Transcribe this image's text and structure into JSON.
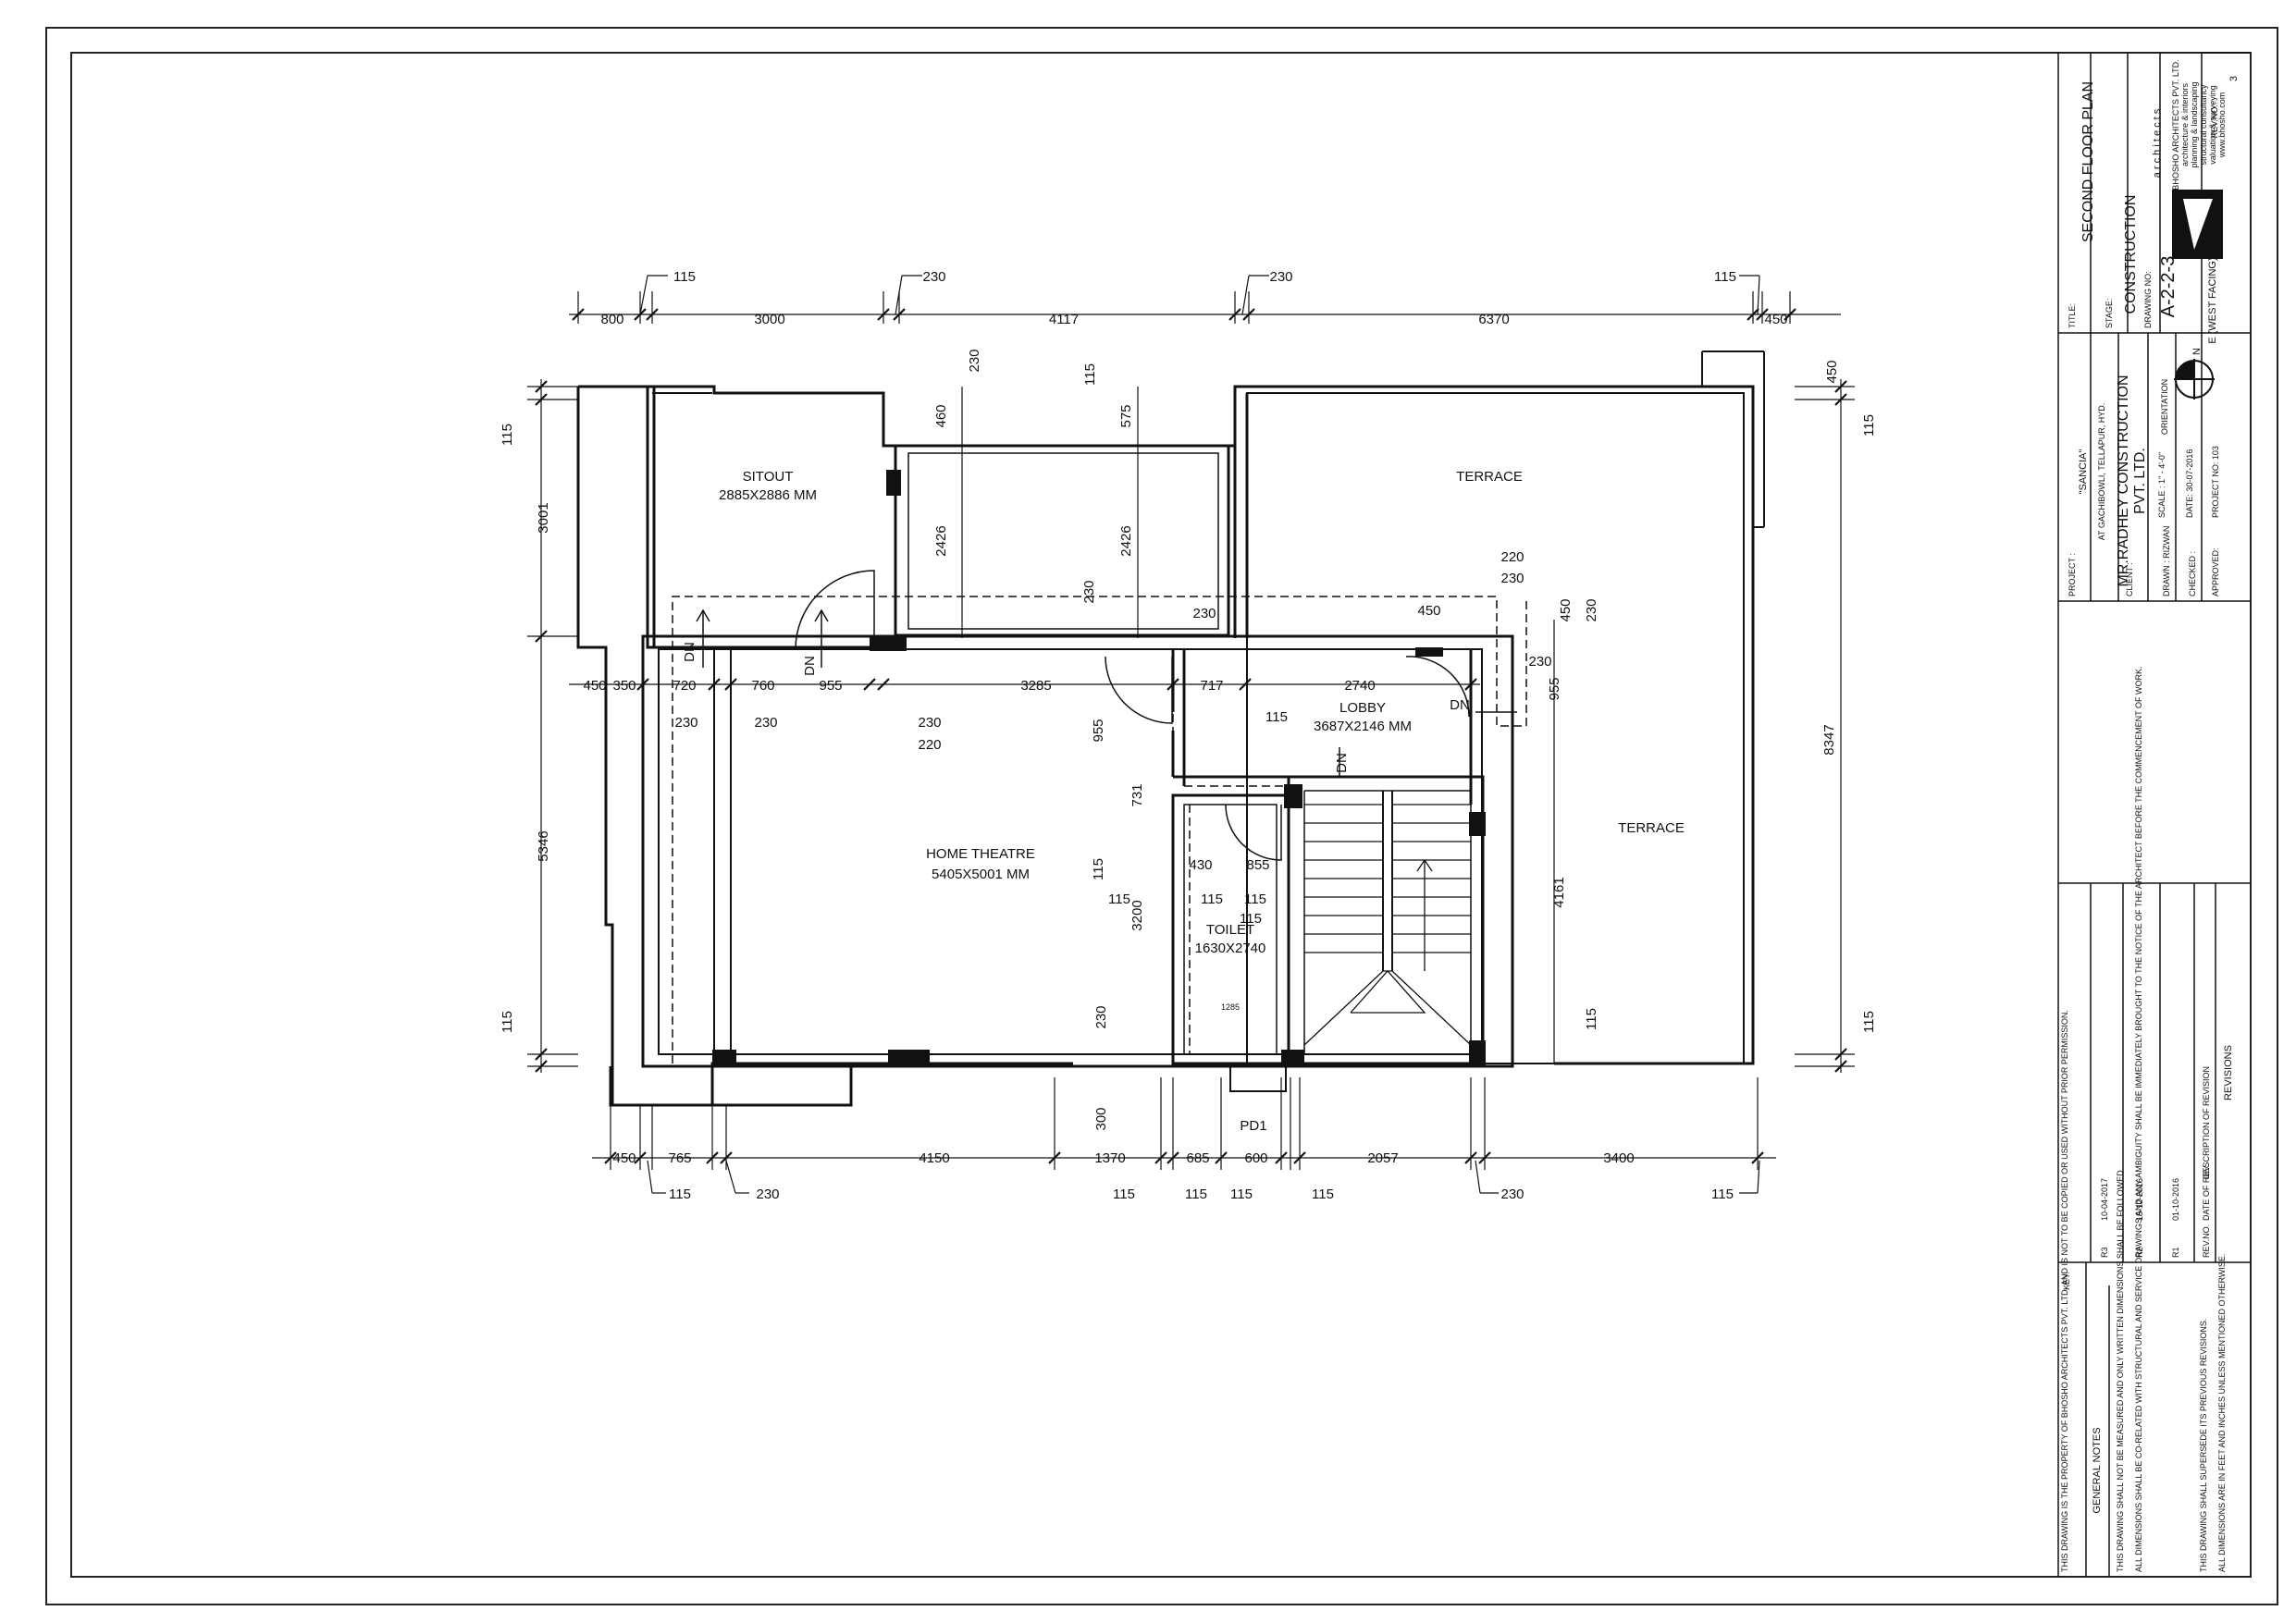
{
  "rooms": {
    "sitout": {
      "name": "SITOUT",
      "size": "2885X2886 MM"
    },
    "terrace": "TERRACE",
    "home_theatre": {
      "name": "HOME THEATRE",
      "size": "5405X5001 MM"
    },
    "lobby": {
      "name": "LOBBY",
      "size": "3687X2146 MM"
    },
    "toilet": {
      "name": "TOILET",
      "size": "1630X2740"
    },
    "pd": "PD1",
    "dn": "DN"
  },
  "dims": {
    "top_ext": [
      "800",
      "3000",
      "4117",
      "6370",
      "450"
    ],
    "top_wall": [
      "115",
      "230",
      "230",
      "115"
    ],
    "bottom": [
      "450",
      "765",
      "4150",
      "1370",
      "685",
      "600",
      "2057",
      "3400"
    ],
    "bottom_wall": [
      "115",
      "230",
      "115",
      "115",
      "115",
      "115",
      "230",
      "115"
    ],
    "left": [
      "115",
      "3001",
      "5346",
      "115"
    ],
    "right": [
      "115",
      "8347",
      "115"
    ],
    "inner": {
      "row1": [
        "450",
        "350",
        "720",
        "760",
        "955",
        "3285",
        "717",
        "2740"
      ],
      "w230": "230",
      "w220": "220",
      "w115": "115",
      "d2426": "2426",
      "d460": "460",
      "d575": "575",
      "d955": "955",
      "d731": "731",
      "d3200": "3200",
      "d430": "430",
      "d855": "855",
      "d1285": "1285",
      "d300": "300",
      "d4161": "4161",
      "d450": "450"
    }
  },
  "title_block": {
    "ownership": "THIS DRAWING IS THE PROPERTY OF BHOSHO ARCHITECTS PVT. LTD. AND IS NOT TO BE COPIED OR USED WITHOUT PRIOR PERMISSION.",
    "key": "KEY:",
    "notes_title": "GENERAL NOTES",
    "notes": [
      "THIS DRAWING SHALL NOT BE MEASURED AND ONLY WRITTEN DIMENSIONS SHALL BE FOLLOWED.",
      "ALL DIMENSIONS SHALL BE CO-RELATED WITH STRUCTURAL AND SERVICE DRAWINGS AND ANY AMBIGUITY SHALL BE IMMEDIATELY BROUGHT TO THE NOTICE OF THE ARCHITECT BEFORE THE COMMENCEMENT OF WORK.",
      "THIS DRAWING SHALL SUPERSEDE ITS PREVIOUS REVISIONS.",
      "ALL DIMENSIONS ARE IN FEET AND INCHES UNLESS MENTIONED OTHERWISE."
    ],
    "revisions": [
      {
        "no": "R3",
        "date": "10-04-2017"
      },
      {
        "no": "R2",
        "date": "15-12-2016"
      },
      {
        "no": "R1",
        "date": "01-10-2016"
      }
    ],
    "rev_head": {
      "no": "REV.NO.",
      "date": "DATE OF REV.",
      "desc": "DESCRIPTION OF REVISION"
    },
    "revisions_label": "REVISIONS",
    "project_label": "PROJECT :",
    "project_name": "\"SANCIA\"",
    "project_loc": "AT GACHIBOWLI, TELLAPUR, HYD.",
    "client_label": "CLIENT :",
    "client_name": "MR.RADHEY CONSTRUCTION",
    "client_name2": "PVT. LTD.",
    "drawn": "DRAWN : RIZWAN",
    "scale": "SCALE : 1\" - 4'-0\"",
    "checked": "CHECKED :",
    "date": "DATE: 30-07-2016",
    "approved": "APPROVED:",
    "project_no": "PROJECT NO: 103",
    "orientation_label": "ORIENTATION",
    "north": "N",
    "title_label": "TITLE:",
    "title": "SECOND FLOOR PLAN",
    "rev_label": "REV.NO.:",
    "rev_value": "3",
    "stage_label": "STAGE:",
    "stage": "CONSTRUCTION",
    "drawing_label": "DRAWING NO:",
    "drawing_no": "A-2-2-3",
    "facing": "E (WEST FACING)",
    "firm_word": "a r c h i t e c t s",
    "firm_name": "BHOSHO ARCHITECTS PVT. LTD.",
    "firm_lines": [
      "architecture & interiors",
      "planning & landscaping",
      "structural consultancy",
      "valuation & surveying",
      "www.bhosho.com"
    ]
  }
}
